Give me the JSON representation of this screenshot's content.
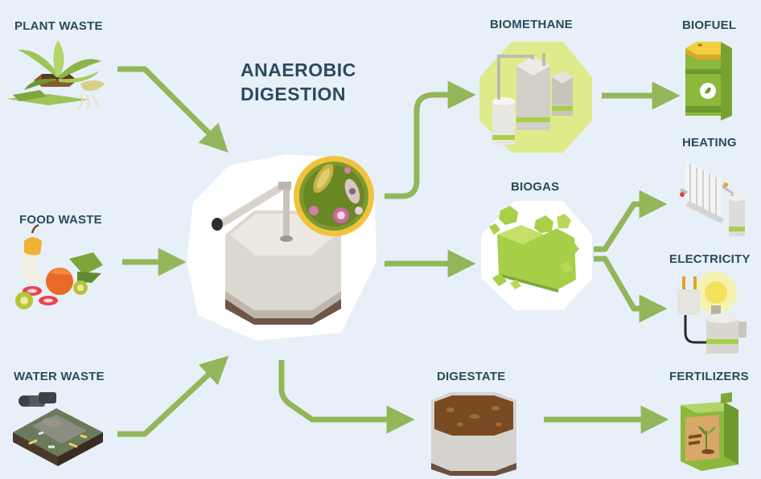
{
  "title": {
    "line1": "ANAEROBIC",
    "line2": "DIGESTION"
  },
  "inputs": {
    "plant_waste": "PLANT WASTE",
    "food_waste": "FOOD WASTE",
    "water_waste": "WATER WASTE"
  },
  "intermediates": {
    "biomethane": "BIOMETHANE",
    "biogas": "BIOGAS",
    "digestate": "DIGESTATE"
  },
  "outputs": {
    "biofuel": "BIOFUEL",
    "heating": "HEATING",
    "electricity": "ELECTRICITY",
    "fertilizers": "FERTILIZERS"
  },
  "colors": {
    "background": "#e7f0f8",
    "label": "#2d4a5c",
    "arrow": "#93b65a",
    "accent_green": "#a7cf48",
    "tank": "#d9d6d0"
  }
}
